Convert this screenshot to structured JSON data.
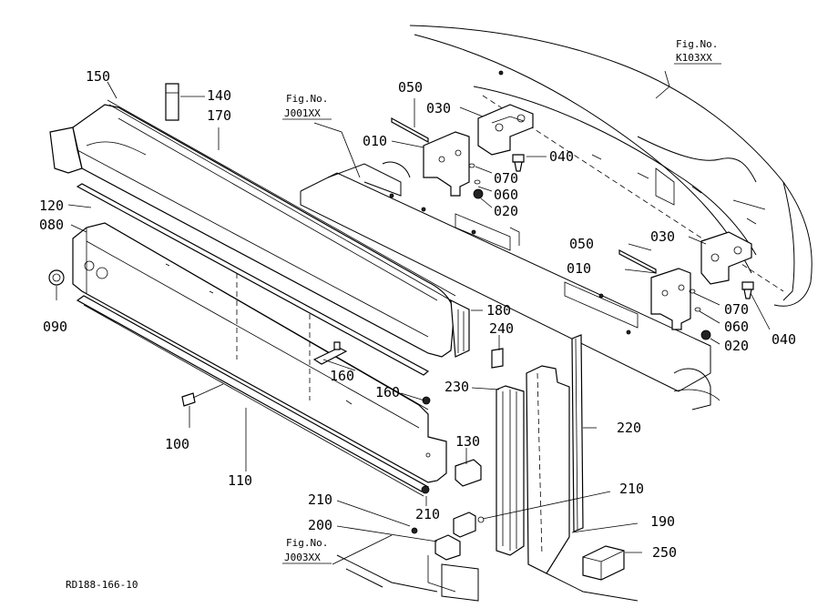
{
  "diagram": {
    "code": "RD188-166-10",
    "fig_refs": [
      {
        "id": "k103",
        "label": "Fig.No.",
        "number": "K103XX"
      },
      {
        "id": "j001",
        "label": "Fig.No.",
        "number": "J001XX"
      },
      {
        "id": "j003",
        "label": "Fig.No.",
        "number": "J003XX"
      }
    ],
    "callouts": [
      "150",
      "140",
      "170",
      "120",
      "080",
      "090",
      "100",
      "110",
      "050",
      "030",
      "010",
      "070",
      "060",
      "020",
      "040",
      "050",
      "030",
      "010",
      "070",
      "060",
      "020",
      "040",
      "180",
      "240",
      "160",
      "160",
      "230",
      "130",
      "220",
      "210",
      "210",
      "210",
      "200",
      "190",
      "250"
    ]
  }
}
